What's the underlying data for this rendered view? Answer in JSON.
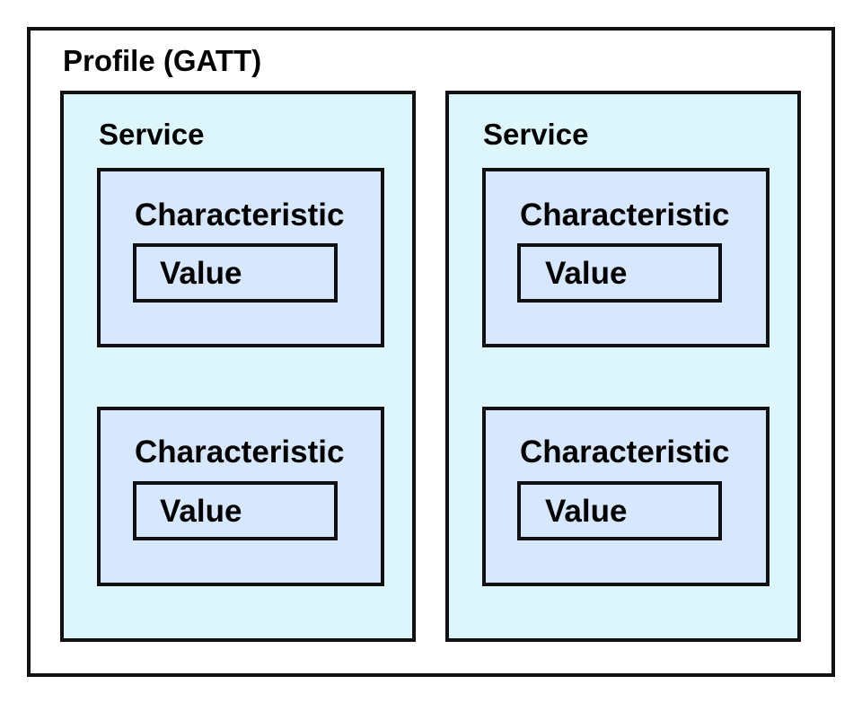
{
  "profile": {
    "label": "Profile (GATT)"
  },
  "services": [
    {
      "label": "Service",
      "characteristics": [
        {
          "label": "Characteristic",
          "value_label": "Value"
        },
        {
          "label": "Characteristic",
          "value_label": "Value"
        }
      ]
    },
    {
      "label": "Service",
      "characteristics": [
        {
          "label": "Characteristic",
          "value_label": "Value"
        },
        {
          "label": "Characteristic",
          "value_label": "Value"
        }
      ]
    }
  ],
  "colors": {
    "border": "#111111",
    "profile_fill": "#ffffff",
    "service_fill": "#dcf6fc",
    "characteristic_fill": "#d7e7fd",
    "value_fill": "#d7e7fd"
  }
}
